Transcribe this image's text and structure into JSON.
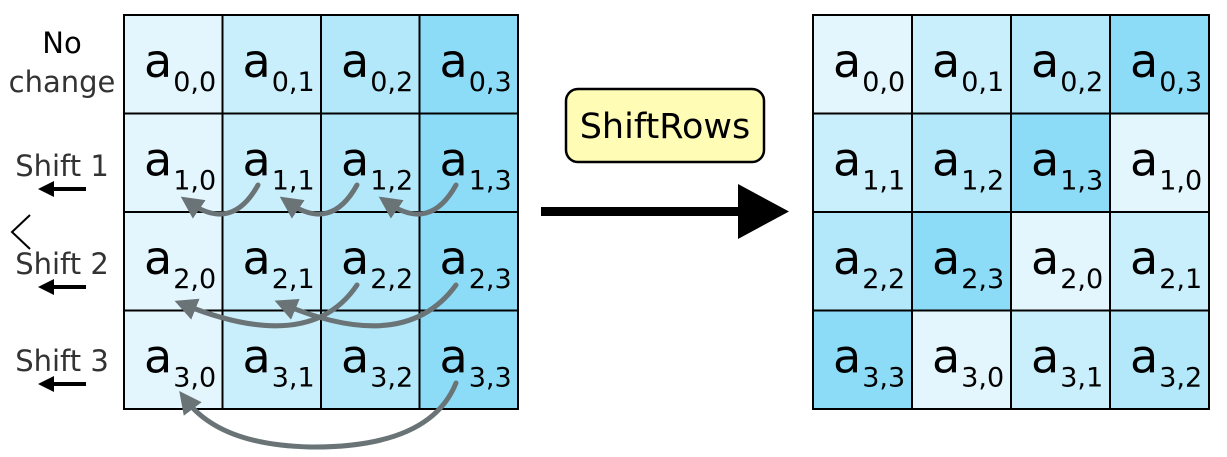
{
  "row_labels": {
    "row0": [
      "No",
      "change"
    ],
    "row1": "Shift 1",
    "row2": "Shift 2",
    "row3": "Shift 3"
  },
  "operation_label": "ShiftRows",
  "colors": {
    "level1": "#e3f6fd",
    "level2": "#caeffc",
    "level3": "#b2e8fa",
    "level4": "#8cdcf8",
    "box_fill": "#fefcb5",
    "curve": "#6a7477",
    "arrow": "#000000"
  },
  "input_grid": [
    [
      {
        "sub": "0,0",
        "shade": 1
      },
      {
        "sub": "0,1",
        "shade": 2
      },
      {
        "sub": "0,2",
        "shade": 3
      },
      {
        "sub": "0,3",
        "shade": 4
      }
    ],
    [
      {
        "sub": "1,0",
        "shade": 1
      },
      {
        "sub": "1,1",
        "shade": 2
      },
      {
        "sub": "1,2",
        "shade": 3
      },
      {
        "sub": "1,3",
        "shade": 4
      }
    ],
    [
      {
        "sub": "2,0",
        "shade": 1
      },
      {
        "sub": "2,1",
        "shade": 2
      },
      {
        "sub": "2,2",
        "shade": 3
      },
      {
        "sub": "2,3",
        "shade": 4
      }
    ],
    [
      {
        "sub": "3,0",
        "shade": 1
      },
      {
        "sub": "3,1",
        "shade": 2
      },
      {
        "sub": "3,2",
        "shade": 3
      },
      {
        "sub": "3,3",
        "shade": 4
      }
    ]
  ],
  "output_grid": [
    [
      {
        "sub": "0,0",
        "shade": 1
      },
      {
        "sub": "0,1",
        "shade": 2
      },
      {
        "sub": "0,2",
        "shade": 3
      },
      {
        "sub": "0,3",
        "shade": 4
      }
    ],
    [
      {
        "sub": "1,1",
        "shade": 2
      },
      {
        "sub": "1,2",
        "shade": 3
      },
      {
        "sub": "1,3",
        "shade": 4
      },
      {
        "sub": "1,0",
        "shade": 1
      }
    ],
    [
      {
        "sub": "2,2",
        "shade": 3
      },
      {
        "sub": "2,3",
        "shade": 4
      },
      {
        "sub": "2,0",
        "shade": 1
      },
      {
        "sub": "2,1",
        "shade": 2
      }
    ],
    [
      {
        "sub": "3,3",
        "shade": 4
      },
      {
        "sub": "3,0",
        "shade": 1
      },
      {
        "sub": "3,1",
        "shade": 2
      },
      {
        "sub": "3,2",
        "shade": 3
      }
    ]
  ],
  "cell_letter": "a"
}
